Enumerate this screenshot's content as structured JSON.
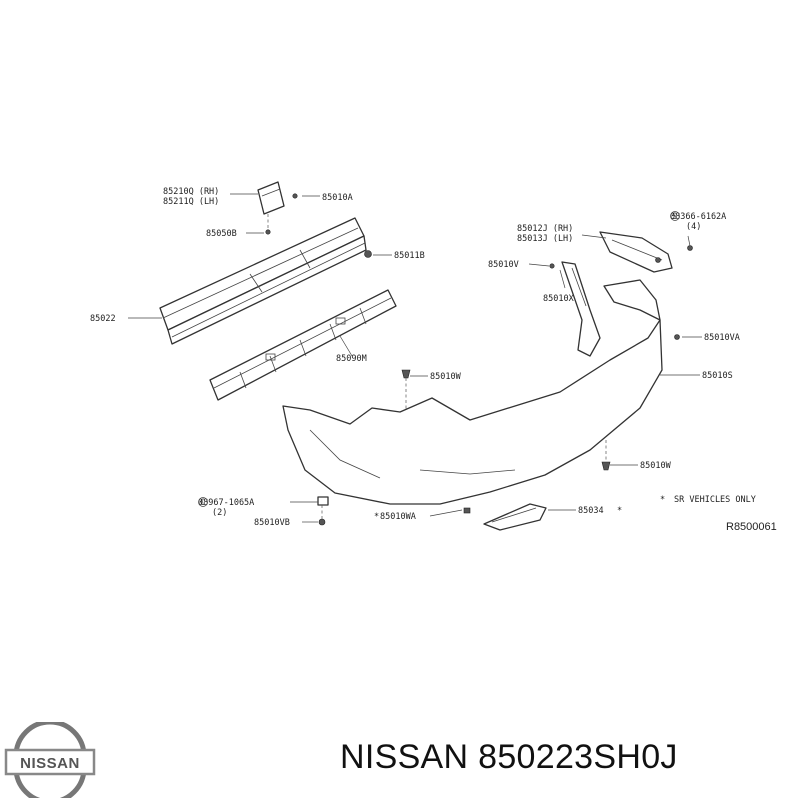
{
  "diagram": {
    "callouts": {
      "p85210q": "85210Q (RH)",
      "p85211q": "85211Q (LH)",
      "p85010a": "85010A",
      "p85050b": "85050B",
      "p85011b": "85011B",
      "p85022": "85022",
      "p85090m": "85090M",
      "p85012j": "85012J (RH)",
      "p85013j": "85013J (LH)",
      "p85010v": "85010V",
      "p85010x": "85010X",
      "p08366": "08366-6162A",
      "p08366_qty": "(4)",
      "p85010va": "85010VA",
      "p85010s": "85010S",
      "p85010w_top": "85010W",
      "p85010w_low": "85010W",
      "p08967": "08967-1065A",
      "p08967_qty": "(2)",
      "p85010vb": "85010VB",
      "p85010wa": "85010WA",
      "p85034": "85034",
      "note": "SR VEHICLES ONLY"
    },
    "reference_code": "R8500061"
  },
  "brand": {
    "logo_text": "NISSAN",
    "make": "NISSAN",
    "part_number": "850223SH0J"
  }
}
